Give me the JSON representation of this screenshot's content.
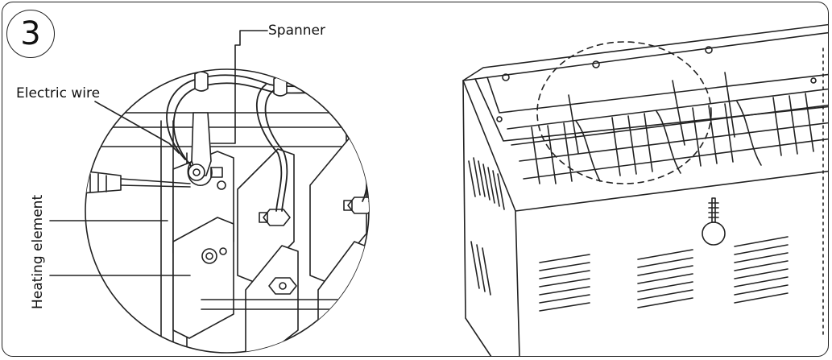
{
  "step": {
    "number": "3"
  },
  "labels": {
    "spanner": "Spanner",
    "electric_wire": "Electric wire",
    "heating_element": "Heating element"
  },
  "icons": {
    "screwdriver": "screwdriver-icon",
    "spanner": "spanner-icon",
    "detail_zoom": "magnifier-circle"
  },
  "colors": {
    "stroke": "#222222",
    "background": "#ffffff"
  }
}
